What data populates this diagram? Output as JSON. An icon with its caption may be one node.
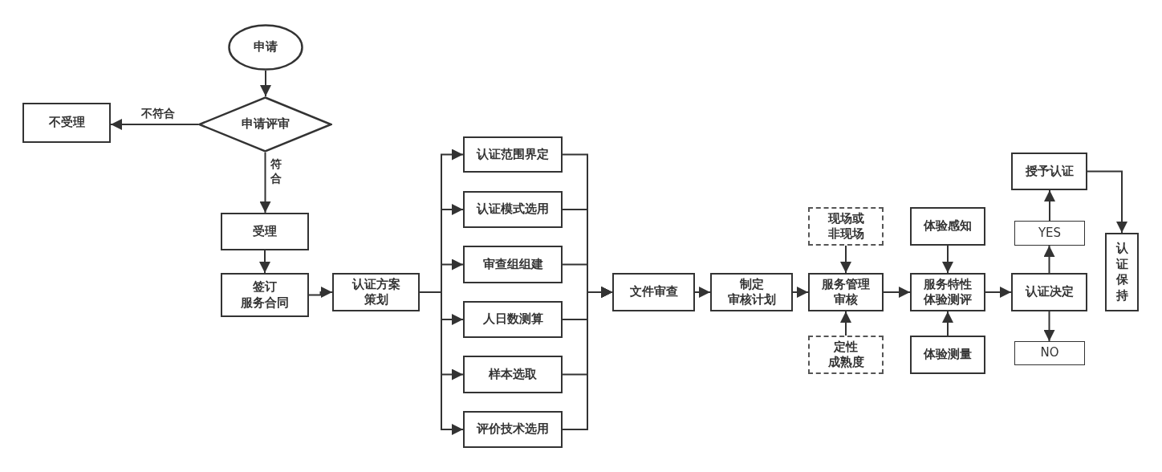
{
  "diagram": {
    "nodes": [
      {
        "text": [
          "申请"
        ]
      },
      {
        "text": [
          "申请评审"
        ]
      },
      {
        "text": [
          "不受理"
        ]
      },
      {
        "text": [
          "受理"
        ]
      },
      {
        "text": [
          "签订服务合同"
        ]
      },
      {
        "text": [
          "认证方案策划"
        ]
      },
      {
        "text": [
          "认证范围界定"
        ]
      },
      {
        "text": [
          "认证模式选用"
        ]
      },
      {
        "text": [
          "审查组组建"
        ]
      },
      {
        "text": [
          "人日数测算"
        ]
      },
      {
        "text": [
          "样本选取"
        ]
      },
      {
        "text": [
          "评价技术选用"
        ]
      },
      {
        "text": [
          "文件审查"
        ]
      },
      {
        "text": [
          "制定审核计划"
        ]
      },
      {
        "text": [
          "现场或非现场"
        ]
      },
      {
        "text": [
          "服务管理审核"
        ]
      },
      {
        "text": [
          "定性成熟度"
        ]
      },
      {
        "text": [
          "体验感知"
        ]
      },
      {
        "text": [
          "服务特性体验测评"
        ]
      },
      {
        "text": [
          "体验测量"
        ]
      },
      {
        "text": [
          "认证决定"
        ]
      },
      {
        "text": [
          "YES"
        ]
      },
      {
        "text": [
          "NO"
        ]
      },
      {
        "text": [
          "授予认证"
        ]
      },
      {
        "text": [
          "认证保持"
        ]
      }
    ],
    "edges": [
      {
        "from": 0,
        "to": 1,
        "arrow": "to"
      },
      {
        "from": 1,
        "to": 2,
        "arrow": "to",
        "label": "不符合"
      },
      {
        "from": 1,
        "to": 3,
        "arrow": "to",
        "label": "符合"
      },
      {
        "from": 3,
        "to": 4,
        "arrow": "to"
      },
      {
        "from": 4,
        "to": 5,
        "arrow": "to"
      },
      {
        "from": 5,
        "to": 6,
        "arrow": "to"
      },
      {
        "from": 5,
        "to": 7,
        "arrow": "to"
      },
      {
        "from": 5,
        "to": 8,
        "arrow": "to"
      },
      {
        "from": 5,
        "to": 9,
        "arrow": "to"
      },
      {
        "from": 5,
        "to": 10,
        "arrow": "to"
      },
      {
        "from": 5,
        "to": 11,
        "arrow": "to"
      },
      {
        "from": 6,
        "to": 12,
        "arrow": "to"
      },
      {
        "from": 7,
        "to": 12,
        "arrow": "to"
      },
      {
        "from": 8,
        "to": 12,
        "arrow": "to"
      },
      {
        "from": 9,
        "to": 12,
        "arrow": "to"
      },
      {
        "from": 10,
        "to": 12,
        "arrow": "to"
      },
      {
        "from": 11,
        "to": 12,
        "arrow": "to"
      },
      {
        "from": 12,
        "to": 13,
        "arrow": "to"
      },
      {
        "from": 13,
        "to": 15,
        "arrow": "to"
      },
      {
        "from": 14,
        "to": 15,
        "arrow": "to"
      },
      {
        "from": 16,
        "to": 15,
        "arrow": "to"
      },
      {
        "from": 15,
        "to": 18,
        "arrow": "to"
      },
      {
        "from": 17,
        "to": 18,
        "arrow": "to"
      },
      {
        "from": 19,
        "to": 18,
        "arrow": "to"
      },
      {
        "from": 18,
        "to": 20,
        "arrow": "to"
      },
      {
        "from": 20,
        "to": 21,
        "arrow": "to"
      },
      {
        "from": 21,
        "to": 23,
        "arrow": "to"
      },
      {
        "from": 20,
        "to": 22,
        "arrow": "to"
      },
      {
        "from": 23,
        "to": 24,
        "arrow": "to"
      }
    ]
  }
}
